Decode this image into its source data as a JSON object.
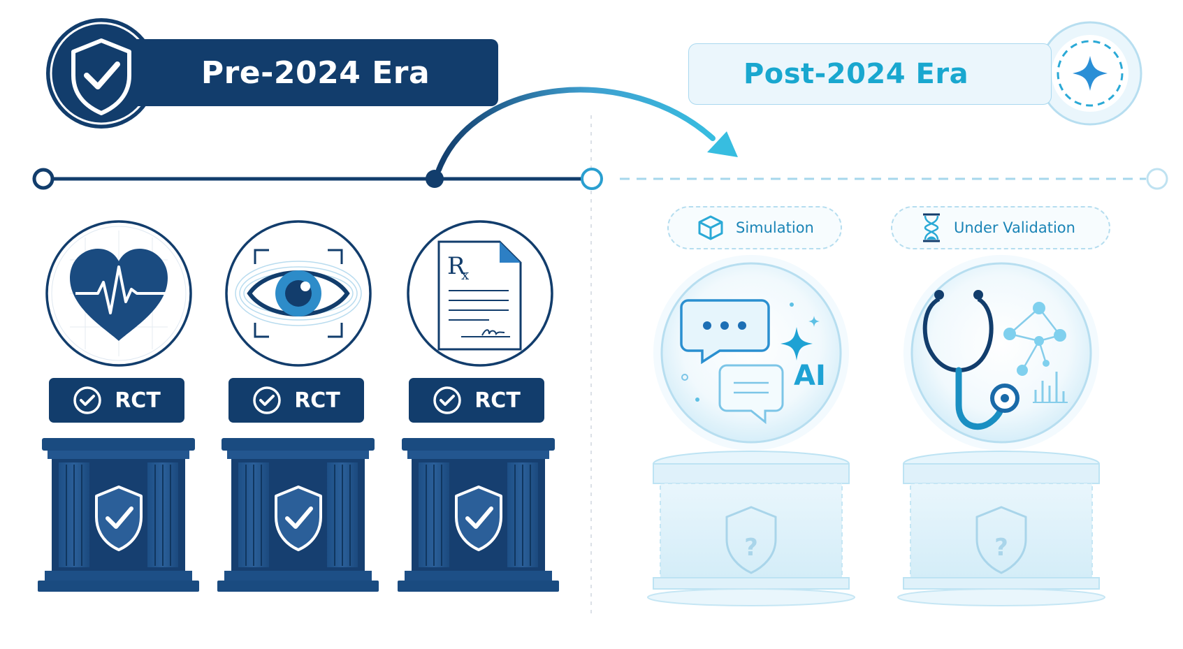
{
  "eras": {
    "pre": {
      "title": "Pre-2024 Era",
      "icon": "shield-check-icon",
      "color": "#123d6c"
    },
    "post": {
      "title": "Post-2024 Era",
      "icon": "sparkle-icon",
      "color": "#19a7cf"
    }
  },
  "pre_items": [
    {
      "icon": "heart-ecg-icon",
      "badge": "RCT",
      "pedestal": "pillar-shield-check"
    },
    {
      "icon": "eye-scan-icon",
      "badge": "RCT",
      "pedestal": "pillar-shield-check"
    },
    {
      "icon": "prescription-document-icon",
      "badge": "RCT",
      "pedestal": "pillar-shield-check"
    }
  ],
  "post_items": [
    {
      "status": "Simulation",
      "status_icon": "cube-icon",
      "icon": "ai-chat-bubbles-icon",
      "icon_label": "AI",
      "pedestal": "glass-shield-question"
    },
    {
      "status": "Under Validation",
      "status_icon": "hourglass-icon",
      "icon": "stethoscope-network-icon",
      "pedestal": "glass-shield-question"
    }
  ],
  "colors": {
    "navy": "#123d6c",
    "cyan": "#19a7cf",
    "light_cyan": "#b5ddef"
  }
}
